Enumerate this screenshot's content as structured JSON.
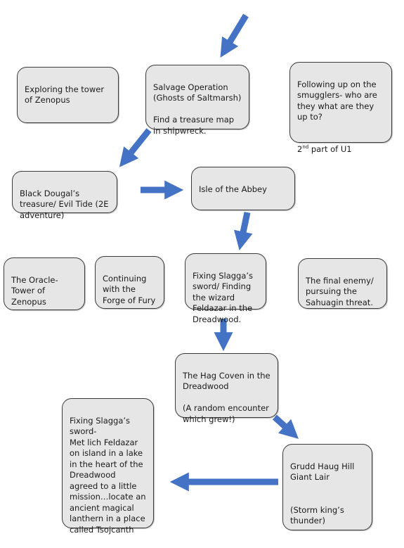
{
  "boxes": {
    "exploring_zenopus": "Exploring the tower of Zenopus",
    "salvage_operation": "Salvage Operation\n(Ghosts of Saltmarsh)\n\nFind a treasure map in shipwreck.",
    "smugglers": "Following up on the smugglers- who are they what are they up to?",
    "smugglers_part_num": "2",
    "smugglers_part_sup": "nd",
    "smugglers_part_rest": " part of U1",
    "black_dougal": "Black Dougal’s treasure/ Evil Tide (2E adventure)",
    "isle_abbey": "Isle of the Abbey",
    "oracle": "The Oracle- Tower of Zenopus",
    "forge_fury": "Continuing with the Forge of Fury",
    "fixing_sword": "Fixing Slagga’s sword/ Finding the wizard Feldazar in the Dreadwood.",
    "final_enemy": "The final enemy/ pursuing the Sahuagin threat.",
    "hag_coven": "The Hag Coven in the Dreadwood\n\n(A random encounter which grew!)",
    "met_lich": "Fixing Slagga’s sword-\nMet lich Feldazar on island in a lake in the heart of the Dreadwood agreed to a little mission…locate an ancient magical lanthern in a place called Tsojcanth",
    "grudd_haug": "Grudd Haug Hill Giant Lair\n\n\n(Storm king’s thunder)"
  },
  "colors": {
    "arrow": "#4472c4",
    "box_fill": "#e6e6e6",
    "box_border": "#3a3a3a"
  }
}
